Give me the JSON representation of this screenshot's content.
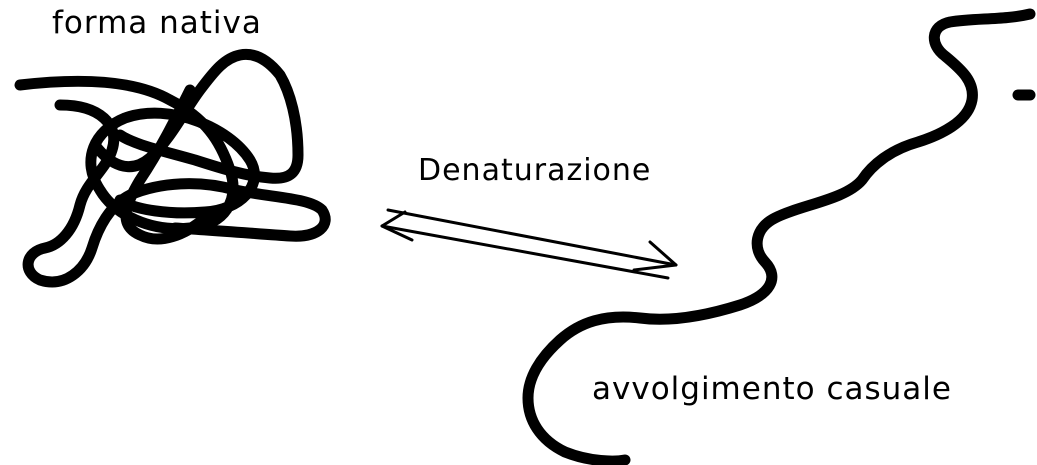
{
  "labels": {
    "native_form": "forma nativa",
    "process": "Denaturazione",
    "random_coil": "avvolgimento casuale"
  },
  "colors": {
    "background": "#ffffff",
    "stroke": "#000000"
  }
}
